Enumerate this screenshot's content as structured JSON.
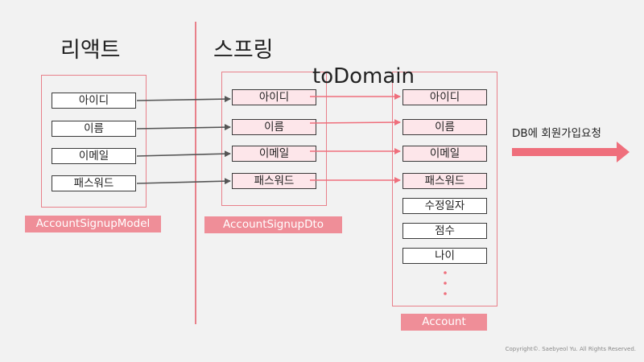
{
  "headings": {
    "react": "리액트",
    "spring": "스프링"
  },
  "annotations": {
    "to_domain": "toDomain",
    "db_request": "DB에 회원가입요청"
  },
  "react_fields": [
    "아이디",
    "이름",
    "이메일",
    "패스워드"
  ],
  "dto_fields": [
    "아이디",
    "이름",
    "이메일",
    "패스워드"
  ],
  "account_fields": [
    "아이디",
    "이름",
    "이메일",
    "패스워드",
    "수정일자",
    "점수",
    "나이"
  ],
  "labels": {
    "react_model": "AccountSignupModel",
    "dto": "AccountSignupDto",
    "account": "Account"
  },
  "footer": {
    "copyright": "Copyright©. Saebyeol Yu. All Rights Reserved."
  },
  "colors": {
    "accent": "#ef8e98",
    "frame": "#e8808a",
    "field_highlight": "#fde6ea",
    "gray_arrow": "#555555",
    "red_arrow": "#ef6f7c",
    "background": "#f2f2f2"
  }
}
